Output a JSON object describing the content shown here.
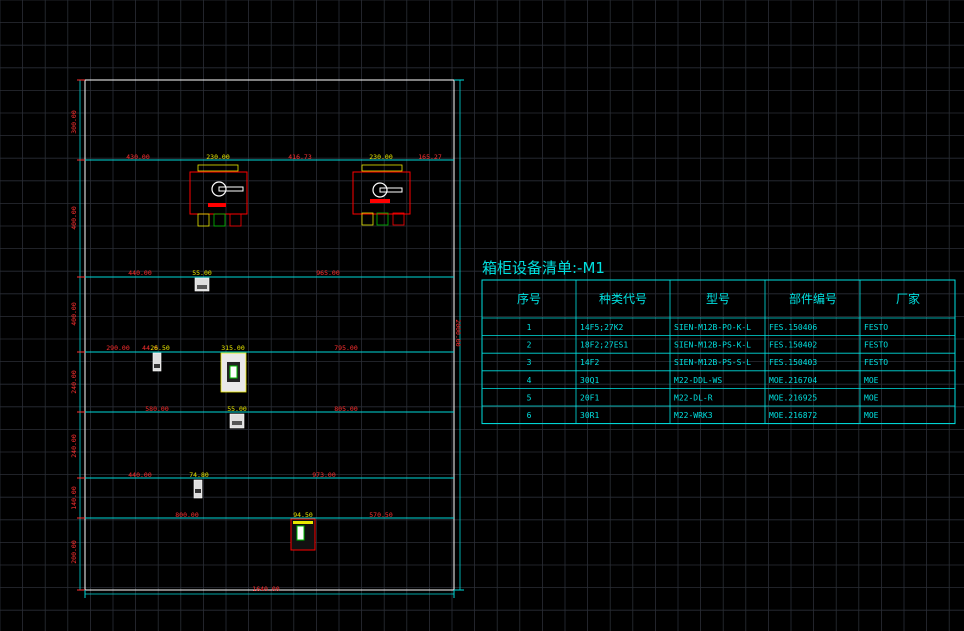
{
  "colors": {
    "background": "#000000",
    "grid": "#2a2e36",
    "frame": "#ffffff",
    "rail": "#00d8d8",
    "dimension": "#ff3030",
    "dim_yellow": "#e8e800",
    "component_red": "#ff0000",
    "component_green": "#00c000",
    "table": "#00e0e0"
  },
  "panel": {
    "total_width_label": "1640.00",
    "total_height_label": "2000.00",
    "left_dims": [
      "300.00",
      "400.00",
      "400.00",
      "240.00",
      "240.00",
      "140.00",
      "200.00"
    ],
    "row1": {
      "left": "430.00",
      "w1": "230.00",
      "mid": "416.73",
      "w2": "230.00",
      "right": "165.27"
    },
    "row2": {
      "left": "440.00",
      "w": "55.00",
      "right": "965.00"
    },
    "row3": {
      "left": "290.00",
      "w1": "44.0",
      "w1b": "26.50",
      "w2": "315.00",
      "right": "795.00"
    },
    "row4": {
      "left": "580.00",
      "w": "55.00",
      "right": "805.00"
    },
    "row5": {
      "left": "440.00",
      "w": "74.80",
      "right": "973.00"
    },
    "row6": {
      "left": "800.00",
      "w": "94.50",
      "right": "570.50"
    }
  },
  "bom": {
    "title": "箱柜设备清单:-M1",
    "headers": [
      "序号",
      "种类代号",
      "型号",
      "部件编号",
      "厂家"
    ],
    "rows": [
      [
        "1",
        "14F5;27K2",
        "SIEN-M12B-PO-K-L",
        "FES.150406",
        "FESTO"
      ],
      [
        "2",
        "18F2;27ES1",
        "SIEN-M12B-PS-K-L",
        "FES.150402",
        "FESTO"
      ],
      [
        "3",
        "14F2",
        "SIEN-M12B-PS-S-L",
        "FES.150403",
        "FESTO"
      ],
      [
        "4",
        "30Q1",
        "M22-DDL-WS",
        "MOE.216704",
        "MOE"
      ],
      [
        "5",
        "20F1",
        "M22-DL-R",
        "MOE.216925",
        "MOE"
      ],
      [
        "6",
        "30R1",
        "M22-WRK3",
        "MOE.216872",
        "MOE"
      ]
    ]
  }
}
